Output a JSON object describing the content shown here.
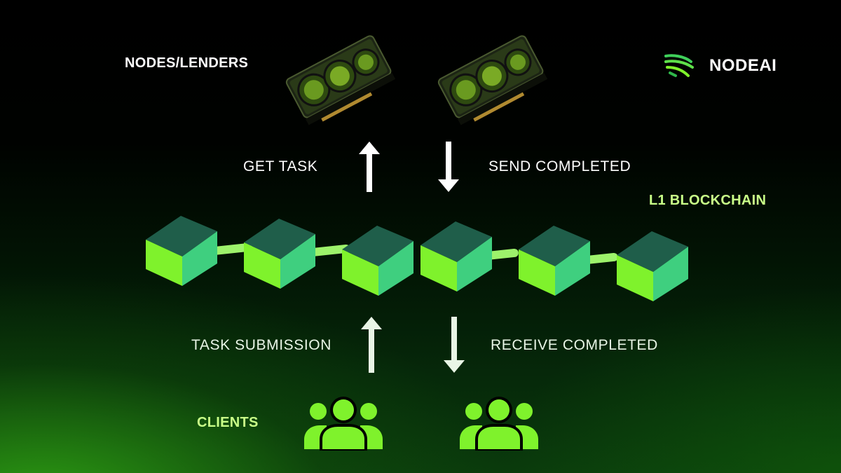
{
  "title_nodes": "NODES/LENDERS",
  "brand": {
    "name": "NODEAI",
    "logo_icon": "nodeai-logo-icon",
    "accent": "#6ee83a"
  },
  "blockchain_label": "L1 BLOCKCHAIN",
  "clients_label": "CLIENTS",
  "flows": {
    "get_task": "GET TASK",
    "send_completed": "SEND COMPLETED",
    "task_submission": "TASK SUBMISSION",
    "receive_completed": "RECEIVE COMPLETED"
  },
  "colors": {
    "cube_front": "#7ff22c",
    "cube_right": "#3fcf7f",
    "cube_top": "#1f5e4a",
    "link": "#9df26b",
    "people": "#7ff22c",
    "white_label": "#ffffff",
    "green_label": "#c9ff88"
  },
  "icons": {
    "gpu": "gpu-card-icon",
    "clients": "user-group-icon",
    "arrow_up": "arrow-up-icon",
    "arrow_down": "arrow-down-icon"
  }
}
